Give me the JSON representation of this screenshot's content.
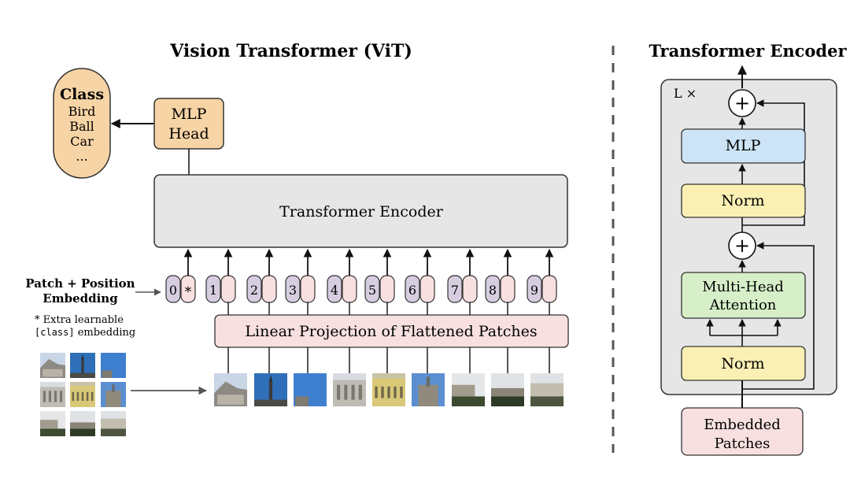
{
  "vit": {
    "title": "Vision Transformer (ViT)",
    "class_box": {
      "title": "Class",
      "items": [
        "Bird",
        "Ball",
        "Car",
        "..."
      ]
    },
    "mlp_head": {
      "line1": "MLP",
      "line2": "Head"
    },
    "encoder_label": "Transformer Encoder",
    "patch_embed_label": {
      "line1": "Patch + Position",
      "line2": "Embedding"
    },
    "extra_note": {
      "line1": "* Extra learnable",
      "line2_code": "[class]",
      "line2_text": " embedding"
    },
    "tokens": [
      {
        "index": "0",
        "extra": "*"
      },
      {
        "index": "1"
      },
      {
        "index": "2"
      },
      {
        "index": "3"
      },
      {
        "index": "4"
      },
      {
        "index": "5"
      },
      {
        "index": "6"
      },
      {
        "index": "7"
      },
      {
        "index": "8"
      },
      {
        "index": "9"
      }
    ],
    "projection_label": "Linear Projection of Flattened Patches"
  },
  "encoder_detail": {
    "title": "Transformer Encoder",
    "repeat_label": "L ×",
    "plus": "+",
    "mlp": "MLP",
    "norm": "Norm",
    "mha": {
      "line1": "Multi-Head",
      "line2": "Attention"
    },
    "embedded": {
      "line1": "Embedded",
      "line2": "Patches"
    }
  },
  "colors": {
    "orange": "#f7d4a5",
    "gray_box": "#e6e6e6",
    "pink": "#f8e0e0",
    "purple": "#d6cde0",
    "blue": "#cde4f7",
    "yellow": "#fbf0b4",
    "green": "#d6efc8"
  },
  "patch_icons": [
    "palace-roof",
    "sky-spire",
    "blue-sky-tower",
    "palace-facade",
    "yellow-facade",
    "blue-sky-building",
    "hedge-garden",
    "garden-path",
    "courtyard"
  ]
}
